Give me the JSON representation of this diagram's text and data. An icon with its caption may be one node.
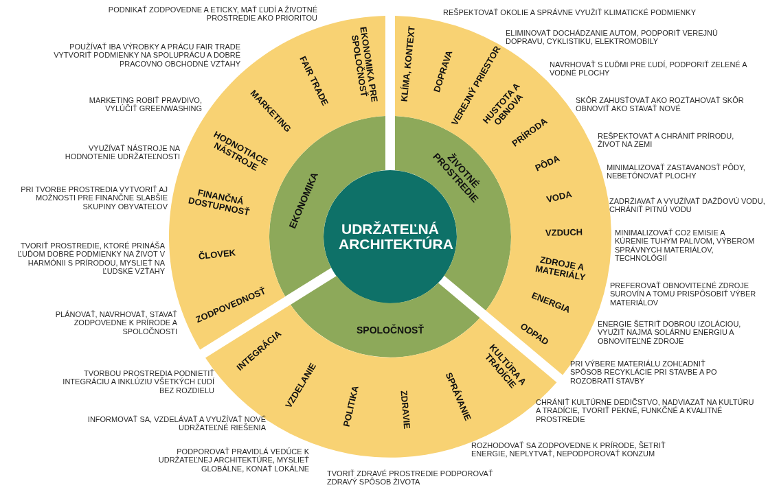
{
  "diagram": {
    "nodes": [
      {
        "text": [
          "UDRŽATEĽNÁ ARCHITEKTÚRA"
        ]
      },
      {
        "text": [
          "EKONOMIKA"
        ]
      },
      {
        "text": [
          "ŽIVOTNÉ PROSTREDIE"
        ]
      },
      {
        "text": [
          "SPOLOČNOSŤ"
        ]
      },
      {
        "text": [
          "EKONOMIKA PRE SPOLOČNOSŤ",
          "FAIR TRADE",
          "MARKETING",
          "HODNOTIACE NÁSTROJE",
          "FINANČNÁ DOSTUPNOSŤ",
          "ČLOVEK",
          "ZODPOVEDNOSŤ"
        ],
        "beside": [
          "PODNIKAŤ ZODPOVEDNE A ETICKY, MAŤ ĽUDÍ A ŽIVOTNÉ PROSTREDIE AKO PRIORITOU",
          "POUŽÍVAŤ IBA VÝROBKY A PRÁCU FAIR TRADE VYTVORIŤ PODMIENKY NA SPOLUPRÁCU A DOBRÉ PRACOVNO OBCHODNÉ VZŤAHY",
          "MARKETING ROBIŤ PRAVDIVO, VYLÚČIŤ GREENWASHING",
          "VYUŽÍVAŤ NÁSTROJE NA HODNOTENIE UDRŽATEĽNOSTI",
          "PRI TVORBE PROSTREDIA VYTVORIŤ AJ MOŽNOSTI PRE FINANČNE SLABŠIE SKUPINY OBYVATEĽOV",
          "TVORIŤ PROSTREDIE, KTORÉ PRINÁŠA ĽUĎOM DOBRÉ PODMIENKY NA ŽIVOT V HARMÓNII S PRÍRODOU, MYSLIEŤ NA ĽUDSKÉ VZŤAHY",
          "PLÁNOVAŤ, NAVRHOVAŤ, STAVAŤ ZODPOVEDNE K PRÍRODE A SPOLOČNOSTI"
        ]
      },
      {
        "text": [
          "KLÍMA, KONTEXT",
          "DOPRAVA",
          "VEREJNÝ PRIESTOR",
          "HUSTOTA A OBNOVA",
          "PRÍRODA",
          "PÔDA",
          "VODA",
          "VZDUCH",
          "ZDROJE A MATERIÁLY",
          "ENERGIA",
          "ODPAD"
        ],
        "beside": [
          "REŠPEKTOVAŤ OKOLIE A SPRÁVNE VYUŽIŤ KLIMATICKÉ PODMIENKY",
          "ELIMINOVAŤ DOCHÁDZANIE AUTOM, PODPORIŤ VEREJNÚ DOPRAVU, CYKLISTIKU, ELEKTROMOBILY",
          "NAVRHOVAŤ S ĽUĎMI PRE ĽUDÍ, PODPORIŤ ZELENÉ A VODNÉ PLOCHY",
          "SKÔR ZAHUSŤOVAŤ AKO ROZŤAHOVAŤ SKÔR OBNOVIŤ AKO STAVAŤ NOVÉ",
          "REŠPEKTOVAŤ A CHRÁNIŤ PRÍRODU, ŽIVOT NA ZEMI",
          "MINIMALIZOVAŤ ZASTAVANOSŤ PÔDY, NEBETÓNOVAŤ PLOCHY",
          "ZADRŽIAVAŤ A VYUŽÍVAŤ DAŽĎOVÚ VODU, CHRÁNIŤ PITNÚ VODU",
          "MINIMALIZOVAŤ CO2 EMISIE A KÚRENIE TUHÝM PALIVOM, VÝBEROM SPRÁVNYCH MATERIÁLOV, TECHNOLÓGIÍ",
          "PREFEROVAŤ OBNOVITEĽNÉ ZDROJE SUROVÍN A TOMU PRISPÔSOBIŤ VÝBER MATERIÁLOV",
          "ENERGIE ŠETRIŤ DOBROU IZOLÁCIOU, VYUŽIŤ NAJMÄ SOLÁRNU ENERGIU A OBNOVITEĽNÉ ZDROJE",
          "PRI VÝBERE MATERIÁLU ZOHĽADNIŤ SPÔSOB RECYKLÁCIE PRI STAVBE A PO ROZOBRATÍ STAVBY"
        ]
      },
      {
        "text": [
          "INTEGRÁCIA",
          "VZDELANIE",
          "POLITIKA",
          "ZDRAVIE",
          "SPRÁVANIE",
          "KULTÚRA A TRADÍCIE"
        ],
        "beside": [
          "TVORBOU PROSTREDIA PODNIETIŤ INTEGRÁCIU A INKLÚZIU VŠETKÝCH ĽUDÍ BEZ ROZDIELU",
          "INFORMOVAŤ SA, VZDELÁVAŤ A VYUŽÍVAŤ NOVÉ UDRŽATEĽNÉ RIEŠENIA",
          "PODPOROVAŤ  PRAVIDLÁ VEDÚCE K UDRŽATEĽNEJ ARCHITEKTÚRE, MYSLIEŤ GLOBÁLNE, KONAŤ LOKÁLNE",
          "TVORIŤ ZDRAVÉ PROSTREDIE PODPOROVAŤ ZDRAVÝ SPÔSOB ŽIVOTA",
          "ROZHODOVAŤ SA ZODPOVEDNE K PRÍRODE, ŠETRIŤ ENERGIE, NEPLYTVAŤ, NEPODPOROVAŤ KONZUM",
          "CHRÁNIŤ KULTÚRNE DEDIČSTVO, NADVIAZAŤ NA KULTÚRU A TRADÍCIE, TVORIŤ PEKNÉ, FUNKČNÉ A KVALITNÉ PROSTREDIE"
        ]
      }
    ]
  }
}
